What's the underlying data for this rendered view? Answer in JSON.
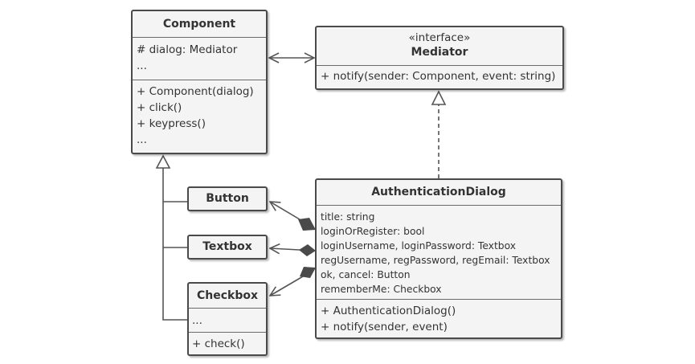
{
  "component": {
    "name": "Component",
    "fields": [
      "# dialog: Mediator",
      "..."
    ],
    "methods": [
      "+ Component(dialog)",
      "+ click()",
      "+ keypress()",
      "..."
    ]
  },
  "mediator": {
    "stereotype": "«interface»",
    "name": "Mediator",
    "methods": [
      "+ notify(sender: Component, event: string)"
    ]
  },
  "button": {
    "name": "Button"
  },
  "textbox": {
    "name": "Textbox"
  },
  "checkbox": {
    "name": "Checkbox",
    "fields": [
      "..."
    ],
    "methods": [
      "+ check()"
    ]
  },
  "auth_dialog": {
    "name": "AuthenticationDialog",
    "fields": [
      "title: string",
      "loginOrRegister: bool",
      "loginUsername, loginPassword: Textbox",
      "regUsername, regPassword, regEmail: Textbox",
      "ok, cancel: Button",
      "rememberMe: Checkbox"
    ],
    "methods": [
      "+ AuthenticationDialog()",
      "+ notify(sender, event)"
    ]
  }
}
